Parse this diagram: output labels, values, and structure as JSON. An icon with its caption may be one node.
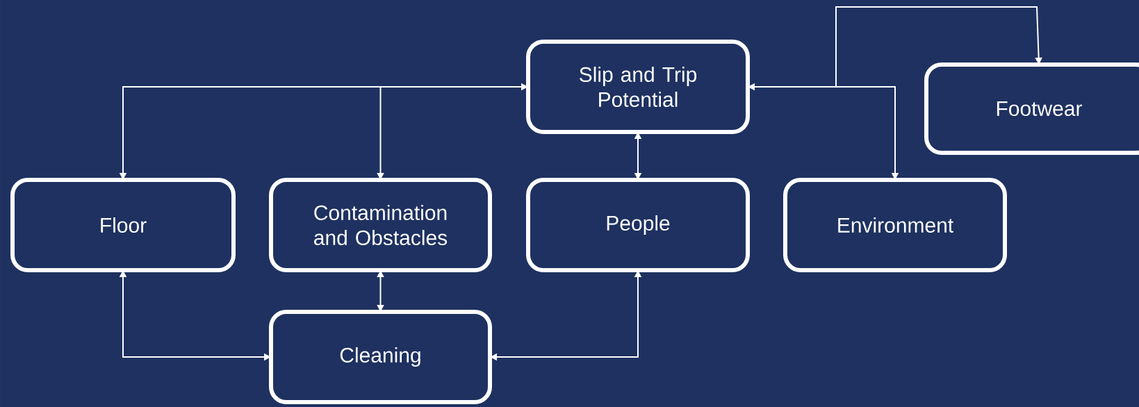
{
  "diagram": {
    "nodes": [
      {
        "text": [
          "Slip and Trip Potential"
        ]
      },
      {
        "text": [
          "Footwear"
        ]
      },
      {
        "text": [
          "Floor"
        ]
      },
      {
        "text": [
          "Contamination and Obstacles"
        ]
      },
      {
        "text": [
          "People"
        ]
      },
      {
        "text": [
          "Environment"
        ]
      },
      {
        "text": [
          "Cleaning"
        ]
      }
    ],
    "edges": [
      {
        "from": 2,
        "to": 0,
        "arrow": "both"
      },
      {
        "from": 3,
        "to": 0,
        "arrow": "both"
      },
      {
        "from": 0,
        "to": 5,
        "arrow": "both"
      },
      {
        "from": 0,
        "to": 1,
        "arrow": "both"
      },
      {
        "from": 0,
        "to": 4,
        "arrow": "both"
      },
      {
        "from": 2,
        "to": 6,
        "arrow": "both"
      },
      {
        "from": 3,
        "to": 6,
        "arrow": "both"
      },
      {
        "from": 4,
        "to": 6,
        "arrow": "both"
      }
    ]
  }
}
